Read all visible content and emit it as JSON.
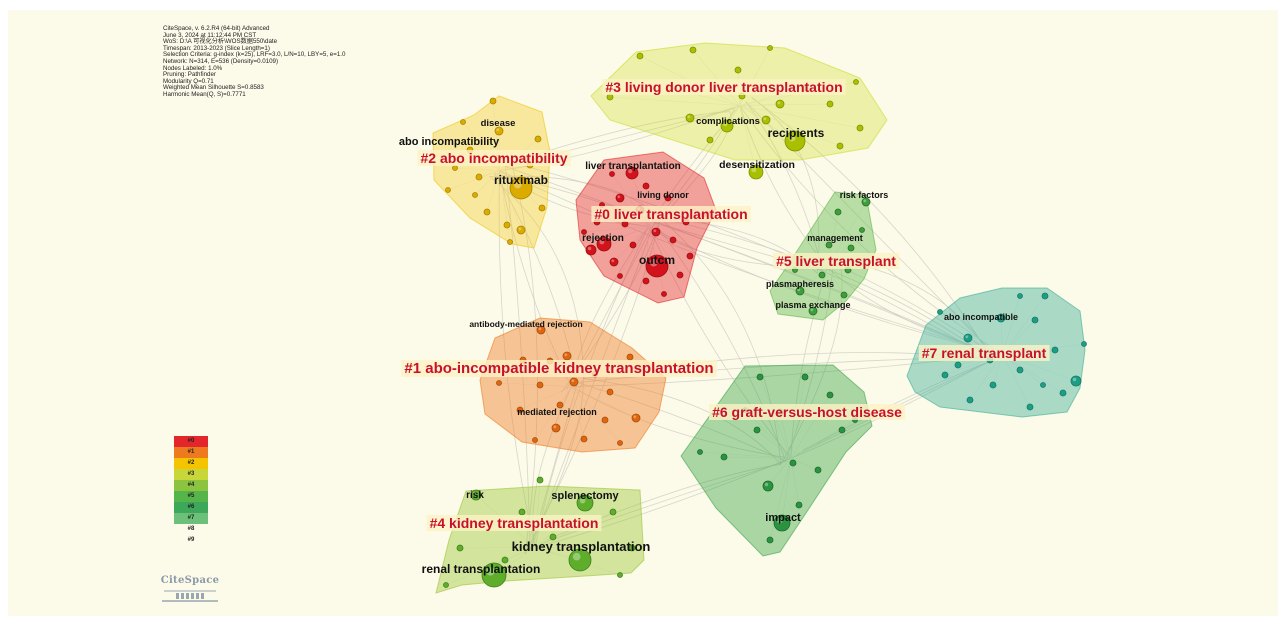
{
  "info_lines": [
    "CiteSpace, v. 6.2.R4 (64-bit) Advanced",
    "June 3, 2024 at 11:12:44 PM CST",
    "WoS: D:\\A 可视化分析\\WOS数据550\\date",
    "Timespan: 2013-2023 (Slice Length=1)",
    "Selection Criteria: g-index (k=25), LRF=3.0, L/N=10, LBY=5, e=1.0",
    "Network: N=314, E=536 (Density=0.0109)",
    "Nodes Labeled: 1.0%",
    "Pruning: Pathfinder",
    "Modularity Q=0.71",
    "Weighted Mean Silhouette S=0.8583",
    "Harmonic Mean(Q, S)=0.7771"
  ],
  "clusters": [
    {
      "id": "0",
      "label": "#0 liver transplantation",
      "color": "#e3262b"
    },
    {
      "id": "1",
      "label": "#1 abo-incompatible kidney transplantation",
      "color": "#ee7a1f"
    },
    {
      "id": "2",
      "label": "#2 abo incompatibility",
      "color": "#f1c40f"
    },
    {
      "id": "3",
      "label": "#3 living donor liver transplantation",
      "color": "#cddc2c"
    },
    {
      "id": "4",
      "label": "#4 kidney transplantation",
      "color": "#9cc535"
    },
    {
      "id": "5",
      "label": "#5 liver transplant",
      "color": "#5cb848"
    },
    {
      "id": "6",
      "label": "#6  graft-versus-host disease",
      "color": "#3aa546"
    },
    {
      "id": "7",
      "label": "#7 renal transplant",
      "color": "#3aae95"
    }
  ],
  "node_labels": [
    "disease",
    "abo incompatibility",
    "rituximab",
    "liver transplantation",
    "living donor",
    "rejection",
    "outcm",
    "desensitization",
    "complications",
    "recipients",
    "risk factors",
    "management",
    "plasmapheresis",
    "plasma exchange",
    "abo incompatible",
    "antibody-mediated rejection",
    "mediated rejection",
    "risk",
    "splenectomy",
    "kidney transplantation",
    "renal transplantation",
    "impact"
  ],
  "legend": [
    {
      "label": "#0",
      "color": "#e3262b"
    },
    {
      "label": "#1",
      "color": "#ee7a1f"
    },
    {
      "label": "#2",
      "color": "#f5c400"
    },
    {
      "label": "#3",
      "color": "#c9d63a"
    },
    {
      "label": "#4",
      "color": "#8cc43f"
    },
    {
      "label": "#5",
      "color": "#55b44a"
    },
    {
      "label": "#6",
      "color": "#3da75a"
    },
    {
      "label": "#7",
      "color": "#6cc07a"
    },
    {
      "label": "#8",
      "color": ""
    },
    {
      "label": "#9",
      "color": ""
    }
  ],
  "logo": {
    "text": "CiteSpace"
  }
}
